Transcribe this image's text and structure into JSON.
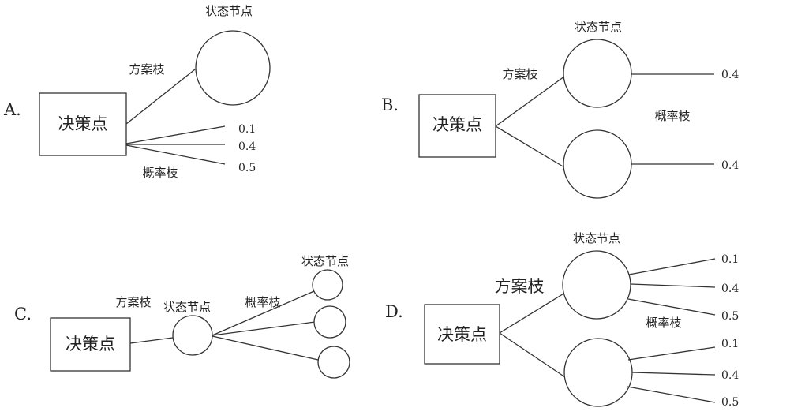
{
  "options": {
    "A": {
      "letter": "A.",
      "decision": "决策点",
      "state_node": "状态节点",
      "scheme_branch": "方案枝",
      "prob_branch": "概率枝",
      "probs": [
        "0.1",
        "0.4",
        "0.5"
      ]
    },
    "B": {
      "letter": "B.",
      "decision": "决策点",
      "state_node": "状态节点",
      "scheme_branch": "方案枝",
      "prob_branch": "概率枝",
      "probs": [
        "0.4",
        "0.4"
      ]
    },
    "C": {
      "letter": "C.",
      "decision": "决策点",
      "state_node_mid": "状态节点",
      "state_node_top": "状态节点",
      "scheme_branch": "方案枝",
      "prob_branch": "概率枝"
    },
    "D": {
      "letter": "D.",
      "decision": "决策点",
      "state_node": "状态节点",
      "scheme_branch": "方案枝",
      "prob_branch": "概率枝",
      "probs_top": [
        "0.1",
        "0.4",
        "0.5"
      ],
      "probs_bottom": [
        "0.1",
        "0.4",
        "0.5"
      ]
    }
  }
}
